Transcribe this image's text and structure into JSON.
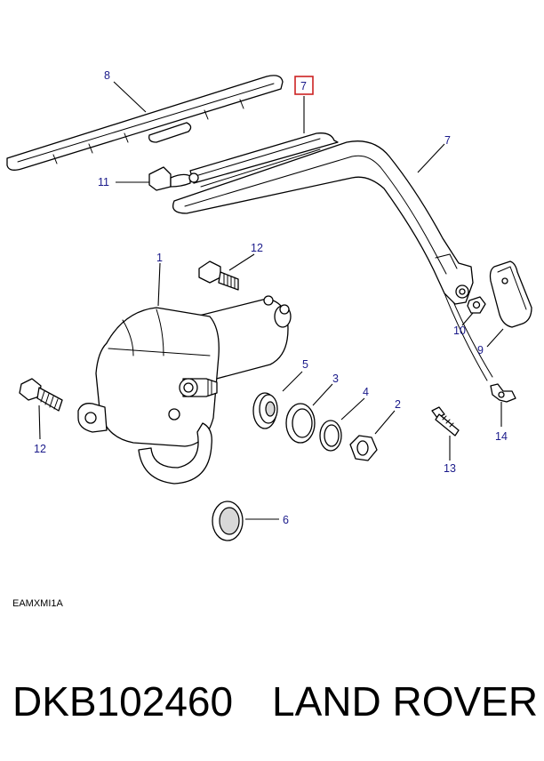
{
  "diagram": {
    "callouts": [
      {
        "id": "c8",
        "label": "8"
      },
      {
        "id": "c7box",
        "label": "7"
      },
      {
        "id": "c7",
        "label": "7"
      },
      {
        "id": "c11",
        "label": "11"
      },
      {
        "id": "c12a",
        "label": "12"
      },
      {
        "id": "c1",
        "label": "1"
      },
      {
        "id": "c10",
        "label": "10"
      },
      {
        "id": "c9",
        "label": "9"
      },
      {
        "id": "c5",
        "label": "5"
      },
      {
        "id": "c3",
        "label": "3"
      },
      {
        "id": "c4",
        "label": "4"
      },
      {
        "id": "c2",
        "label": "2"
      },
      {
        "id": "c14",
        "label": "14"
      },
      {
        "id": "c13",
        "label": "13"
      },
      {
        "id": "c12b",
        "label": "12"
      },
      {
        "id": "c6",
        "label": "6"
      }
    ],
    "highlight_color": "#cc2222",
    "callout_color": "#1a1a8a"
  },
  "drawing_code": "EAMXMI1A",
  "footer": {
    "part_number": "DKB102460",
    "brand": "LAND ROVER"
  }
}
